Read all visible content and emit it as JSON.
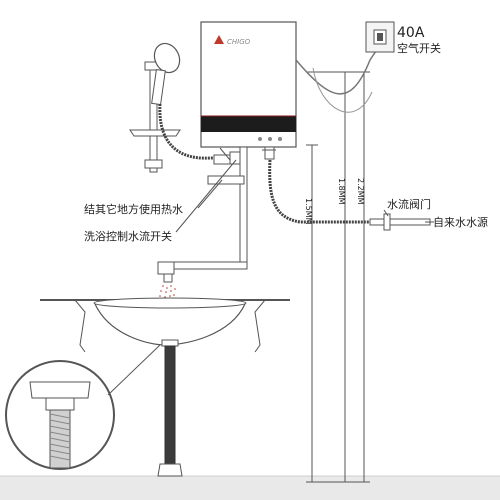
{
  "heater": {
    "brand": "CHIGO"
  },
  "breaker": {
    "rating": "40A",
    "label": "空气开关"
  },
  "labels": {
    "other_hot_water": "结其它地方使用热水",
    "shower_control": "洗浴控制水流开关",
    "flow_valve": "水流阀门",
    "tap_water_source": "自来水水源"
  },
  "dimensions": {
    "d1": "1.5MM",
    "d2": "1.8MM",
    "d3": "2.2MM"
  }
}
